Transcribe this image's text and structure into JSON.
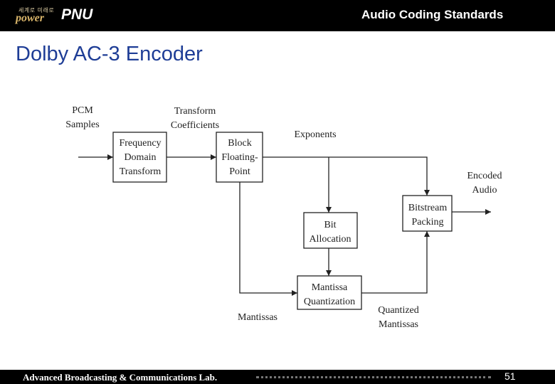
{
  "header": {
    "brand_small": "세계로 미래로",
    "brand_power": "power",
    "brand_pnu": "PNU",
    "title": "Audio Coding Standards"
  },
  "slide": {
    "title": "Dolby AC-3 Encoder"
  },
  "diagram": {
    "labels": {
      "pcm_1": "PCM",
      "pcm_2": "Samples",
      "tc_1": "Transform",
      "tc_2": "Coefficients",
      "exponents": "Exponents",
      "encoded_1": "Encoded",
      "encoded_2": "Audio",
      "mantissas": "Mantissas",
      "quantized_1": "Quantized",
      "quantized_2": "Mantissas"
    },
    "blocks": {
      "fdt_1": "Frequency",
      "fdt_2": "Domain",
      "fdt_3": "Transform",
      "bfp_1": "Block",
      "bfp_2": "Floating-",
      "bfp_3": "Point",
      "bitstream_1": "Bitstream",
      "bitstream_2": "Packing",
      "bit_1": "Bit",
      "bit_2": "Allocation",
      "mq_1": "Mantissa",
      "mq_2": "Quantization"
    }
  },
  "footer": {
    "lab": "Advanced Broadcasting & Communications Lab.",
    "page": "51"
  },
  "colors": {
    "title_blue": "#1e3d96",
    "brand_gold": "#d9b56a"
  }
}
